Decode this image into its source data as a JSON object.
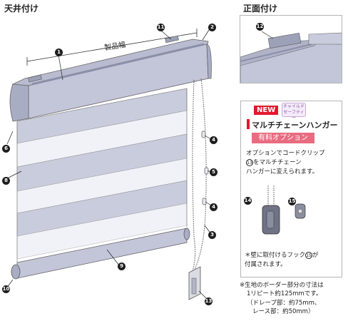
{
  "headings": {
    "ceiling": "天井付け",
    "front": "正面付け"
  },
  "dimension_label": "製品幅",
  "callouts": {
    "n1": "1",
    "n2": "2",
    "n3": "3",
    "n4": "4",
    "n5": "5",
    "n6": "6",
    "n8": "8",
    "n9": "9",
    "n10": "10",
    "n11": "11",
    "n12": "12",
    "n13": "13",
    "n14": "14",
    "n15": "15"
  },
  "option": {
    "new_label": "NEW",
    "badge_line1": "チャイルド",
    "badge_line2": "セーフティー",
    "title": "マルチチェーンハンガー",
    "paid_label": "有料オプション",
    "desc_part1": "オプションでコードクリップ",
    "desc_num": "13",
    "desc_part2": "をマルチチェーン",
    "desc_part3": "ハンガーに変えられます。",
    "note_part1": "＊壁に取付けるフック",
    "note_num": "15",
    "note_part2": "が",
    "note_part3": "付属されます。"
  },
  "footnote": {
    "line1": "※生地のボーダー部分の寸法は",
    "line2": "1リピート約125mmです。",
    "line3": "（ドレープ部：約75mm、",
    "line4": "レース部：約50mm）"
  },
  "colors": {
    "fabric_opaque": "#c9ccdc",
    "fabric_sheer": "#f1f2f7",
    "headrail": "#c3c6d9",
    "accent_red": "#e3182d",
    "paid_pink": "#e96b80"
  }
}
